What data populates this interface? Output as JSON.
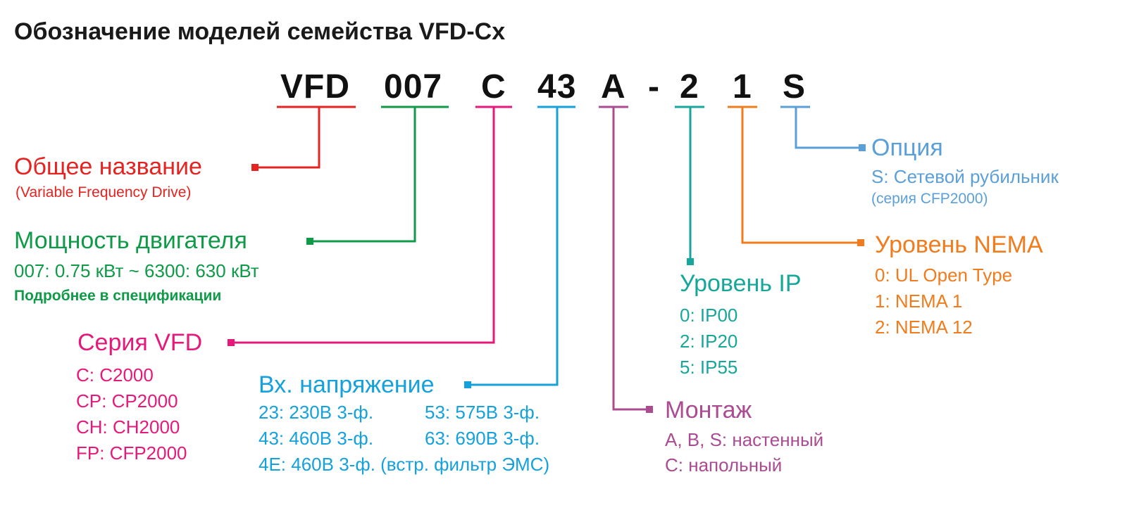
{
  "title": "Обозначение моделей семейства VFD-Cx",
  "colors": {
    "text": "#111111",
    "red": "#e52421",
    "green": "#0f9a48",
    "magenta": "#e6197b",
    "cyan": "#14a1dc",
    "purple": "#ab4b92",
    "teal": "#17a79a",
    "orange": "#f07c1d",
    "lightblue": "#5b9fd9"
  },
  "code": {
    "vfd": "VFD",
    "power": "007",
    "series": "C",
    "voltage": "43",
    "mount": "A",
    "dash": "-",
    "ip": "2",
    "nema": "1",
    "option": "S"
  },
  "general": {
    "title": "Общее название",
    "note": "(Variable Frequency Drive)"
  },
  "motor": {
    "title": "Мощность двигателя",
    "range": "007: 0.75 кВт ~ 6300: 630 кВт",
    "note": "Подробнее в спецификации"
  },
  "series": {
    "title": "Серия VFD",
    "items": [
      "C: C2000",
      "CP: CP2000",
      "CH: CH2000",
      "FP: CFP2000"
    ]
  },
  "voltage": {
    "title": "Вх. напряжение",
    "items": [
      "23: 230В 3-ф.",
      "53: 575В 3-ф.",
      "43: 460В 3-ф.",
      "63: 690В 3-ф.",
      "4E: 460В 3-ф. (встр. фильтр ЭМС)"
    ]
  },
  "mount": {
    "title": "Монтаж",
    "items": [
      "A, B, S: настенный",
      "C: напольный"
    ]
  },
  "ip": {
    "title": "Уровень IP",
    "items": [
      "0: IP00",
      "2: IP20",
      "5: IP55"
    ]
  },
  "nema": {
    "title": "Уровень NEMA",
    "items": [
      "0: UL Open Type",
      "1: NEMA 1",
      "2: NEMA 12"
    ]
  },
  "option": {
    "title": "Опция",
    "item": "S: Сетевой рубильник",
    "note": "(серия CFP2000)"
  }
}
